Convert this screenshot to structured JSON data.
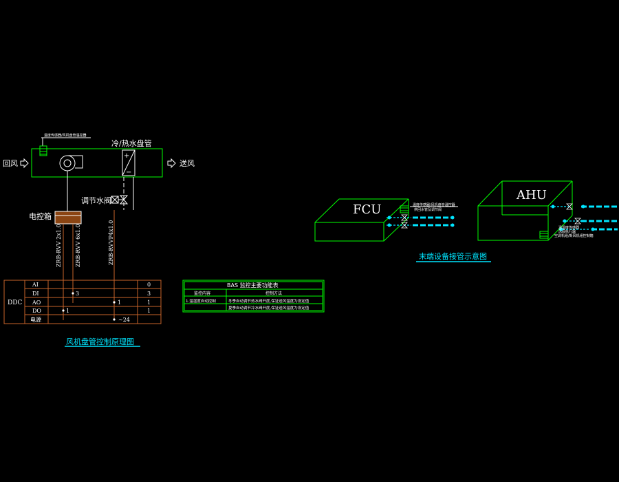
{
  "fcu_diagram": {
    "return_air": "回风",
    "supply_air": "送风",
    "coil_label": "冷/热水盘管",
    "valve_label": "调节水阀",
    "control_box_label": "电控箱",
    "sensor_note": "温度传感器/风机盘管温控器",
    "coil_plus": "+",
    "coil_minus": "−",
    "cable_1": "ZRB-RVV 2x1.0",
    "cable_2": "ZRB-RVV 6x1.0",
    "cable_3": "ZRB-RVVP4x1.0",
    "ddc_table": {
      "ddc_label": "DDC",
      "rows": [
        {
          "type": "AI",
          "count": "0"
        },
        {
          "type": "DI",
          "count": "3"
        },
        {
          "type": "AO",
          "count": "1"
        },
        {
          "type": "DO",
          "count": "1"
        },
        {
          "type": "电源",
          "count": ""
        }
      ],
      "marks": {
        "di": "3",
        "ao": "1",
        "do": "1",
        "power": "~24"
      }
    },
    "caption": "风机盘管控制原理图"
  },
  "bas_table": {
    "title": "BAS 监控主要功能表",
    "header_item": "监控内容",
    "header_method": "控制方法",
    "row_item": "1.温湿度自动控制",
    "row_method_1": "冬季自动调节热水阀开度,保证送风温度为设定值",
    "row_method_2": "夏季自动调节冷水阀开度,保证送风温度为设定值"
  },
  "terminal_diagram": {
    "fcu_label": "FCU",
    "ahu_label": "AHU",
    "fcu_note_1": "温度传感器/风机盘管温控器",
    "fcu_note_2": "供回水管及调节阀",
    "ahu_note_1": "温湿度传感器",
    "ahu_note_2": "风阀执行器",
    "ahu_note_3": "空调机组/新风机组控制箱",
    "caption": "末端设备接管示意图"
  },
  "colors": {
    "background": "#000000",
    "line_green": "#00ff00",
    "line_white": "#ffffff",
    "line_orange": "#c8642a",
    "pipe_cyan": "#00e5ff",
    "control_box_fill": "#8b4513"
  }
}
